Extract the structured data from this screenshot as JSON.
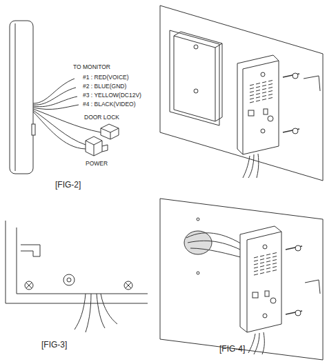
{
  "diagram": {
    "labels": [
      "TO MONITOR",
      "#1 : RED(VOICE)",
      "#2 : BLUE(GND)",
      "#3 : YELLOW(DC12V)",
      "#4 : BLACK(VIDEO)",
      "DOOR LOCK",
      "POWER",
      "[FIG-2]",
      "[FIG-3]",
      "[FIG-4]"
    ]
  }
}
